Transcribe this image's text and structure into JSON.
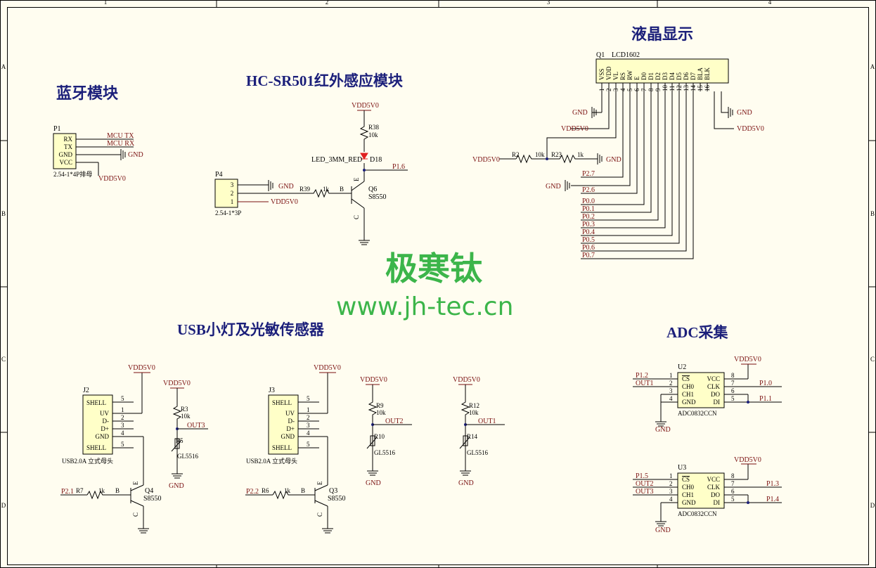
{
  "border": {
    "cols": [
      "1",
      "2",
      "3",
      "4"
    ],
    "rows": [
      "A",
      "B",
      "C",
      "D"
    ]
  },
  "titles": {
    "bluetooth": "蓝牙模块",
    "pir": "HC-SR501红外感应模块",
    "lcd": "液晶显示",
    "usb": "USB小灯及光敏传感器",
    "adc": "ADC采集"
  },
  "watermark": {
    "cn": "极寒钛",
    "url": "www.jh-tec.cn"
  },
  "bluetooth": {
    "ref": "P1",
    "pins": [
      "RX",
      "TX",
      "GND",
      "VCC"
    ],
    "nets": [
      "MCU TX",
      "MCU RX",
      "GND",
      "VDD5V0"
    ],
    "footprint": "2.54-1*4P排母"
  },
  "pir": {
    "p4_ref": "P4",
    "p4_pins": [
      "3",
      "2",
      "1"
    ],
    "p4_footprint": "2.54-1*3P",
    "vdd": "VDD5V0",
    "gnd": "GND",
    "r38": "R38",
    "r38_val": "10k",
    "led": "LED_3MM_RED",
    "led_ref": "D18",
    "p16": "P1.6",
    "r39": "R39",
    "r39_val": "1k",
    "b": "B",
    "e": "E",
    "c": "C",
    "q6": "Q6",
    "q6_type": "S8550"
  },
  "lcd": {
    "ref": "Q1",
    "part": "LCD1602",
    "pin_names": [
      "VSS",
      "VDD",
      "VL",
      "RS",
      "RW",
      "E",
      "D0",
      "D1",
      "D2",
      "D3",
      "D4",
      "D5",
      "D6",
      "D7",
      "BLA",
      "BLK"
    ],
    "pin_nums": [
      "1",
      "2",
      "3",
      "4",
      "5",
      "6",
      "7",
      "8",
      "9",
      "10",
      "11",
      "12",
      "13",
      "14",
      "15",
      "16"
    ],
    "gnd": "GND",
    "vdd": "VDD5V0",
    "r2": "R2",
    "r2_val": "10k",
    "r23": "R23",
    "r23_val": "1k",
    "p27": "P2.7",
    "p26": "P2.6",
    "data_nets": [
      "P0.0",
      "P0.1",
      "P0.2",
      "P0.3",
      "P0.4",
      "P0.5",
      "P0.6",
      "P0.7"
    ]
  },
  "usb1": {
    "ref": "J2",
    "pins": [
      "SHELL",
      "UV",
      "D-",
      "D+",
      "GND",
      "SHELL"
    ],
    "pin_nums": [
      "5",
      "1",
      "2",
      "3",
      "4",
      "5"
    ],
    "footprint": "USB2.0A 立式母头",
    "vdd": "VDD5V0",
    "q": "Q4",
    "q_type": "S8550",
    "r": "R7",
    "r_val": "1k",
    "in": "P2.1",
    "b": "B",
    "e": "E",
    "c": "C"
  },
  "usb2": {
    "ref": "J3",
    "pins": [
      "SHELL",
      "UV",
      "D-",
      "D+",
      "GND",
      "SHELL"
    ],
    "pin_nums": [
      "5",
      "1",
      "2",
      "3",
      "4",
      "5"
    ],
    "footprint": "USB2.0A 立式母头",
    "vdd": "VDD5V0",
    "q": "Q3",
    "q_type": "S8550",
    "r": "R6",
    "r_val": "1k",
    "in": "P2.2",
    "b": "B",
    "e": "E",
    "c": "C"
  },
  "ldr": [
    {
      "vdd": "VDD5V0",
      "r": "R3",
      "r_val": "10k",
      "out": "OUT3",
      "ldr": "R5",
      "ldr_type": "GL5516",
      "gnd": "GND"
    },
    {
      "vdd": "VDD5V0",
      "r": "R9",
      "r_val": "10k",
      "out": "OUT2",
      "ldr": "R10",
      "ldr_type": "GL5516",
      "gnd": "GND"
    },
    {
      "vdd": "VDD5V0",
      "r": "R12",
      "r_val": "10k",
      "out": "OUT1",
      "ldr": "R14",
      "ldr_type": "GL5516",
      "gnd": "GND"
    }
  ],
  "adc": [
    {
      "ref": "U2",
      "part": "ADC0832CCN",
      "vdd": "VDD5V0",
      "gnd": "GND",
      "left_pins": [
        "CS",
        "CH0",
        "CH1",
        "GND"
      ],
      "left_nums": [
        "1",
        "2",
        "3",
        "4"
      ],
      "right_pins": [
        "VCC",
        "CLK",
        "DO",
        "DI"
      ],
      "right_nums": [
        "8",
        "7",
        "6",
        "5"
      ],
      "left_nets": [
        "P1.2",
        "OUT1"
      ],
      "right_nets": [
        "P1.0",
        "P1.1"
      ]
    },
    {
      "ref": "U3",
      "part": "ADC0832CCN",
      "vdd": "VDD5V0",
      "gnd": "GND",
      "left_pins": [
        "CS",
        "CH0",
        "CH1",
        "GND"
      ],
      "left_nums": [
        "1",
        "2",
        "3",
        "4"
      ],
      "right_pins": [
        "VCC",
        "CLK",
        "DO",
        "DI"
      ],
      "right_nums": [
        "8",
        "7",
        "6",
        "5"
      ],
      "left_nets": [
        "P1.5",
        "OUT2",
        "OUT3"
      ],
      "right_nets": [
        "P1.3",
        "P1.4"
      ]
    }
  ]
}
